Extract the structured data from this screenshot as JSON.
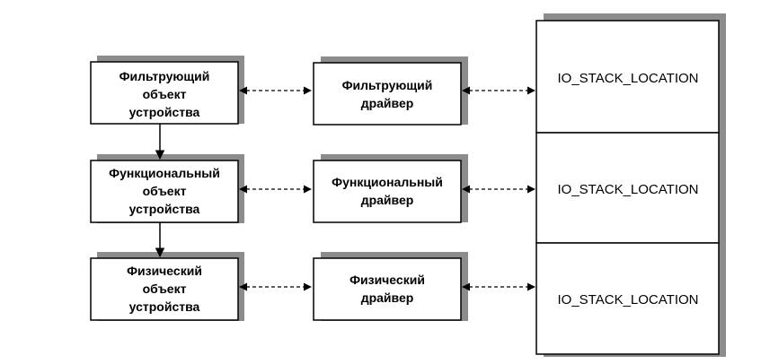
{
  "device_objects": [
    {
      "lines": [
        "Фильтрующий",
        "объект",
        "устройства"
      ]
    },
    {
      "lines": [
        "Функциональный",
        "объект",
        "устройства"
      ]
    },
    {
      "lines": [
        "Физический",
        "объект",
        "устройства"
      ]
    }
  ],
  "drivers": [
    {
      "lines": [
        "Фильтрующий",
        "драйвер"
      ]
    },
    {
      "lines": [
        "Функциональный",
        "драйвер"
      ]
    },
    {
      "lines": [
        "Физический",
        "драйвер"
      ]
    }
  ],
  "io_stack": [
    {
      "label": "IO_STACK_LOCATION"
    },
    {
      "label": "IO_STACK_LOCATION"
    },
    {
      "label": "IO_STACK_LOCATION"
    }
  ]
}
